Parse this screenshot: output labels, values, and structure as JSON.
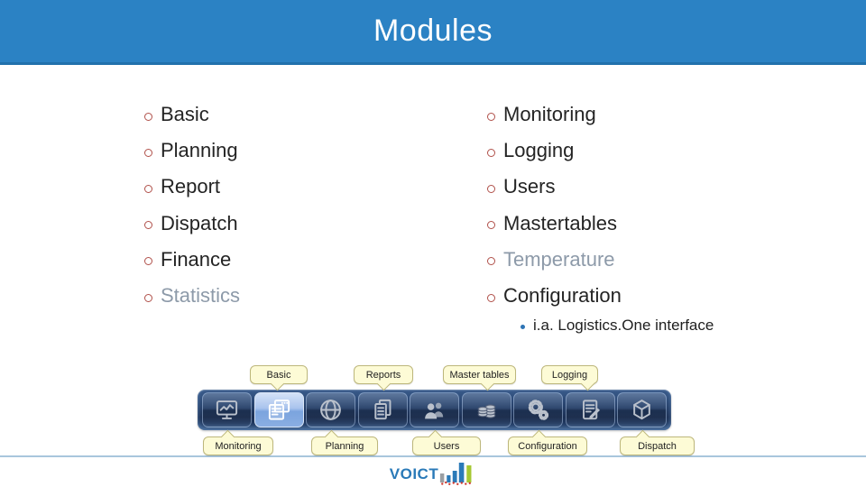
{
  "slide_title": "Modules",
  "columns": {
    "left": [
      {
        "label": "Basic",
        "muted": false
      },
      {
        "label": "Planning",
        "muted": false
      },
      {
        "label": "Report",
        "muted": false
      },
      {
        "label": "Dispatch",
        "muted": false
      },
      {
        "label": "Finance",
        "muted": false
      },
      {
        "label": "Statistics",
        "muted": true
      }
    ],
    "right": [
      {
        "label": "Monitoring",
        "muted": false
      },
      {
        "label": "Logging",
        "muted": false
      },
      {
        "label": "Users",
        "muted": false
      },
      {
        "label": "Mastertables",
        "muted": false
      },
      {
        "label": "Temperature",
        "muted": true
      },
      {
        "label": "Configuration",
        "muted": false
      }
    ]
  },
  "sub_bullet": "i.a. Logistics.One interface",
  "toolbar": {
    "buttons": [
      {
        "id": "monitoring",
        "icon": "monitor-chart-icon",
        "callout": "Monitoring",
        "callout_side": "bottom",
        "active": false
      },
      {
        "id": "basic",
        "icon": "windows-icon",
        "callout": "Basic",
        "callout_side": "top",
        "active": true
      },
      {
        "id": "planning",
        "icon": "globe-icon",
        "callout": "Planning",
        "callout_side": "bottom",
        "active": false
      },
      {
        "id": "reports",
        "icon": "documents-icon",
        "callout": "Reports",
        "callout_side": "top",
        "active": false
      },
      {
        "id": "users",
        "icon": "users-icon",
        "callout": "Users",
        "callout_side": "bottom",
        "active": false
      },
      {
        "id": "master-tables",
        "icon": "coin-stack-icon",
        "callout": "Master tables",
        "callout_side": "top",
        "active": false
      },
      {
        "id": "configuration",
        "icon": "gears-icon",
        "callout": "Configuration",
        "callout_side": "bottom",
        "active": false
      },
      {
        "id": "logging",
        "icon": "note-pencil-icon",
        "callout": "Logging",
        "callout_side": "top",
        "active": false
      },
      {
        "id": "dispatch",
        "icon": "cube-icon",
        "callout": "Dispatch",
        "callout_side": "bottom",
        "active": false
      }
    ]
  },
  "logo": {
    "text": "VOICT"
  },
  "colors": {
    "header_blue": "#2b82c4",
    "header_blue_dark": "#2171ac",
    "accent_line_blue": "#a9c6dd",
    "bullet_ring_red": "#b0504a",
    "muted_text": "#8d9aa9",
    "callout_bg": "#fdfbd6",
    "callout_border": "#bdb77c",
    "toolbar_top": "#3a5c8c",
    "toolbar_mid": "#1c3054",
    "logo_blue": "#2a7ab8",
    "logo_green": "#a6c832",
    "logo_red": "#d03a30",
    "logo_gray": "#9b9fa3"
  }
}
